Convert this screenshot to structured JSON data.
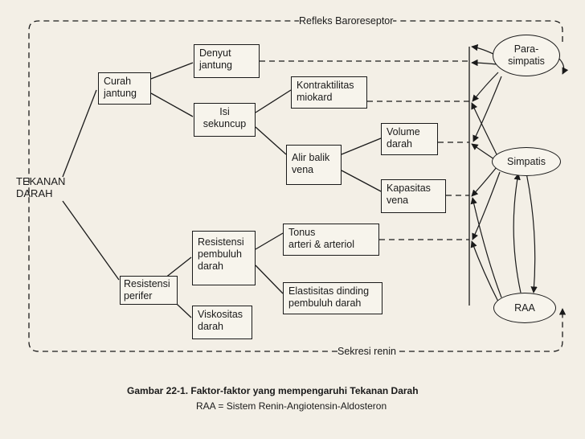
{
  "diagram": {
    "main": "TEKANAN\nDARAH",
    "nodes": {
      "curah_jantung": "Curah\njantung",
      "denyut_jantung": "Denyut\njantung",
      "isi_sekuncup": "Isi\nsekuncup",
      "kontraktilitas": "Kontraktilitas\nmiokard",
      "alir_balik": "Alir balik\nvena",
      "volume_darah": "Volume\ndarah",
      "kapasitas_vena": "Kapasitas\nvena",
      "resistensi_perifer": "Resistensi\nperifer",
      "resistensi_pembuluh": "Resistensi\npembuluh\ndarah",
      "viskositas": "Viskositas\ndarah",
      "tonus": "Tonus\narteri & arteriol",
      "elastisitas": "Elastisitas dinding\npembuluh darah"
    },
    "ovals": {
      "parasimpatis": "Para-\nsimpatis",
      "simpatis": "Simpatis",
      "raa": "RAA"
    },
    "loops": {
      "top": "Refleks Baroreseptor",
      "bottom": "Sekresi renin"
    }
  },
  "caption": {
    "title": "Gambar 22-1. Faktor-faktor yang mempengaruhi Tekanan Darah",
    "subtitle": "RAA = Sistem Renin-Angiotensin-Aldosteron"
  }
}
